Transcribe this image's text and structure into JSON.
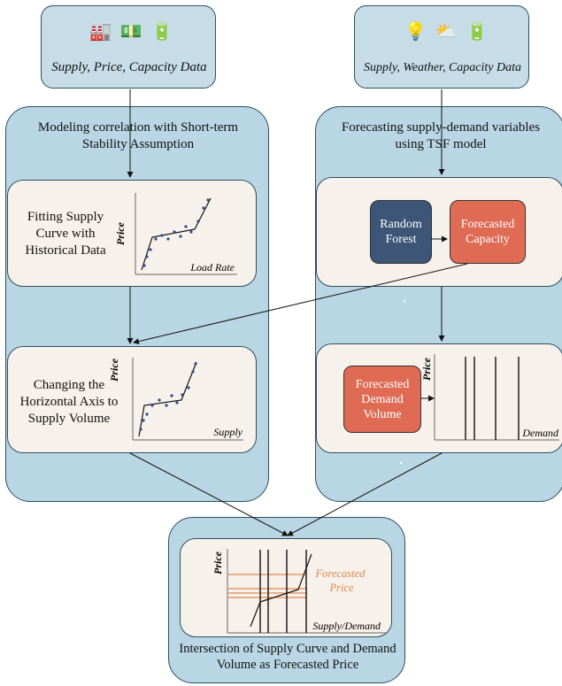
{
  "inputs": {
    "left": {
      "icons": [
        "factory-icon",
        "money-icon",
        "battery-icon"
      ],
      "label": "Supply, Price, Capacity Data"
    },
    "right": {
      "icons": [
        "lightbulb-icon",
        "weather-icon",
        "battery-icon"
      ],
      "label": "Supply, Weather, Capacity Data"
    }
  },
  "left_panel": {
    "title": "Modeling correlation with Short-term Stability Assumption",
    "step1": {
      "text": "Fitting Supply Curve with Historical Data",
      "y_axis": "Price",
      "x_axis": "Load Rate"
    },
    "step2": {
      "text": "Changing the Horizontal Axis to Supply Volume",
      "y_axis": "Price",
      "x_axis": "Supply"
    }
  },
  "right_panel": {
    "title": "Forecasting supply-demand variables using TSF model",
    "random_forest": "Random Forest",
    "forecasted_capacity": "Forecasted Capacity",
    "forecasted_demand": "Forecasted Demand Volume",
    "demand_plot": {
      "y_axis": "Price",
      "x_axis": "Demand"
    }
  },
  "bottom_panel": {
    "plot": {
      "y_axis": "Price",
      "x_axis": "Supply/Demand",
      "annotation": "Forecasted Price"
    },
    "caption": "Intersection of Supply Curve and Demand Volume as Forecasted Price"
  },
  "colors": {
    "panel": "#b9d6e4",
    "card": "#f6f1ea",
    "navy": "#3d5576",
    "coral": "#df6b55",
    "price_line": "#e08a4e"
  }
}
